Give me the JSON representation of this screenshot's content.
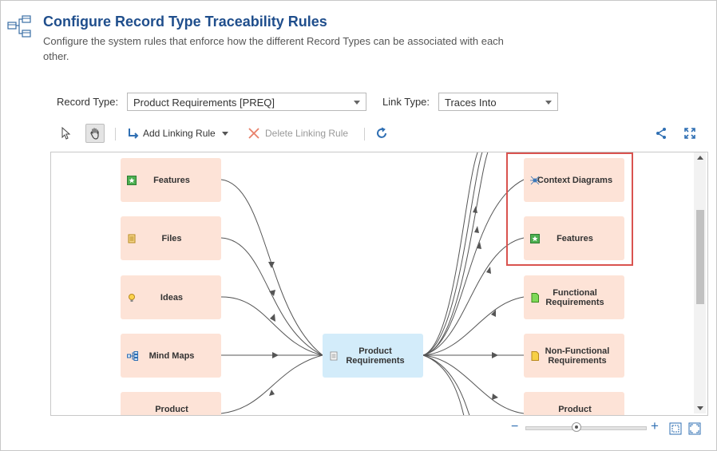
{
  "header": {
    "title": "Configure Record Type Traceability Rules",
    "description": "Configure the system rules that enforce how the different Record Types can be associated with each other."
  },
  "filters": {
    "record_type_label": "Record Type:",
    "record_type_value": "Product Requirements [PREQ]",
    "link_type_label": "Link Type:",
    "link_type_value": "Traces Into"
  },
  "toolbar": {
    "add_label": "Add Linking Rule",
    "delete_label": "Delete Linking Rule"
  },
  "diagram": {
    "left_nodes": [
      {
        "label": "Features",
        "icon": "feature-icon"
      },
      {
        "label": "Files",
        "icon": "file-icon"
      },
      {
        "label": "Ideas",
        "icon": "idea-icon"
      },
      {
        "label": "Mind Maps",
        "icon": "mindmap-icon"
      },
      {
        "label": "Product",
        "icon": "product-icon"
      }
    ],
    "center_node": {
      "label": "Product Requirements",
      "icon": "document-icon"
    },
    "right_nodes": [
      {
        "label": "Context Diagrams",
        "icon": "context-diagram-icon"
      },
      {
        "label": "Features",
        "icon": "feature-icon"
      },
      {
        "label": "Functional Requirements",
        "icon": "functional-req-icon"
      },
      {
        "label": "Non-Functional Requirements",
        "icon": "nonfunctional-req-icon"
      },
      {
        "label": "Product",
        "icon": "product-icon"
      }
    ]
  },
  "colors": {
    "title": "#1f4e8c",
    "node": "#fde3d7",
    "center_node": "#d3ecfa",
    "highlight": "#d9534f"
  }
}
